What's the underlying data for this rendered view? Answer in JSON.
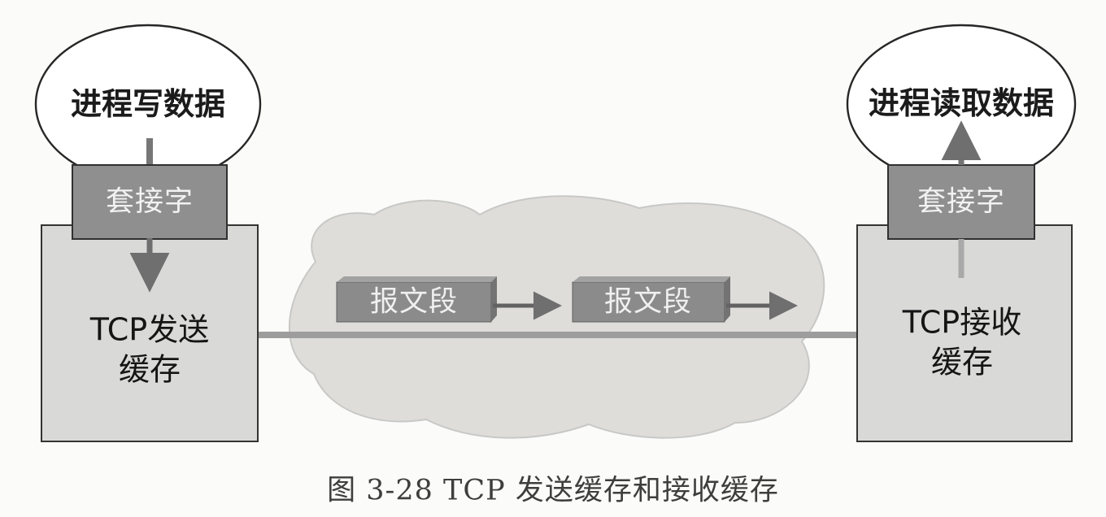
{
  "diagram": {
    "sender": {
      "process_label": "进程写数据",
      "socket_label": "套接字",
      "buffer_label": "TCP发送\n缓存"
    },
    "receiver": {
      "process_label": "进程读取数据",
      "socket_label": "套接字",
      "buffer_label": "TCP接收\n缓存"
    },
    "network": {
      "segments": [
        {
          "label": "报文段"
        },
        {
          "label": "报文段"
        }
      ]
    },
    "caption": "图 3-28   TCP 发送缓存和接收缓存"
  },
  "colors": {
    "buffer_fill": "#d9d9d8",
    "socket_fill": "#8f8f8f",
    "network_cloud": "#dddddc",
    "segment_fill": "#8b8b8b",
    "arrow": "#707070",
    "connection_line": "#9a9a9a"
  }
}
